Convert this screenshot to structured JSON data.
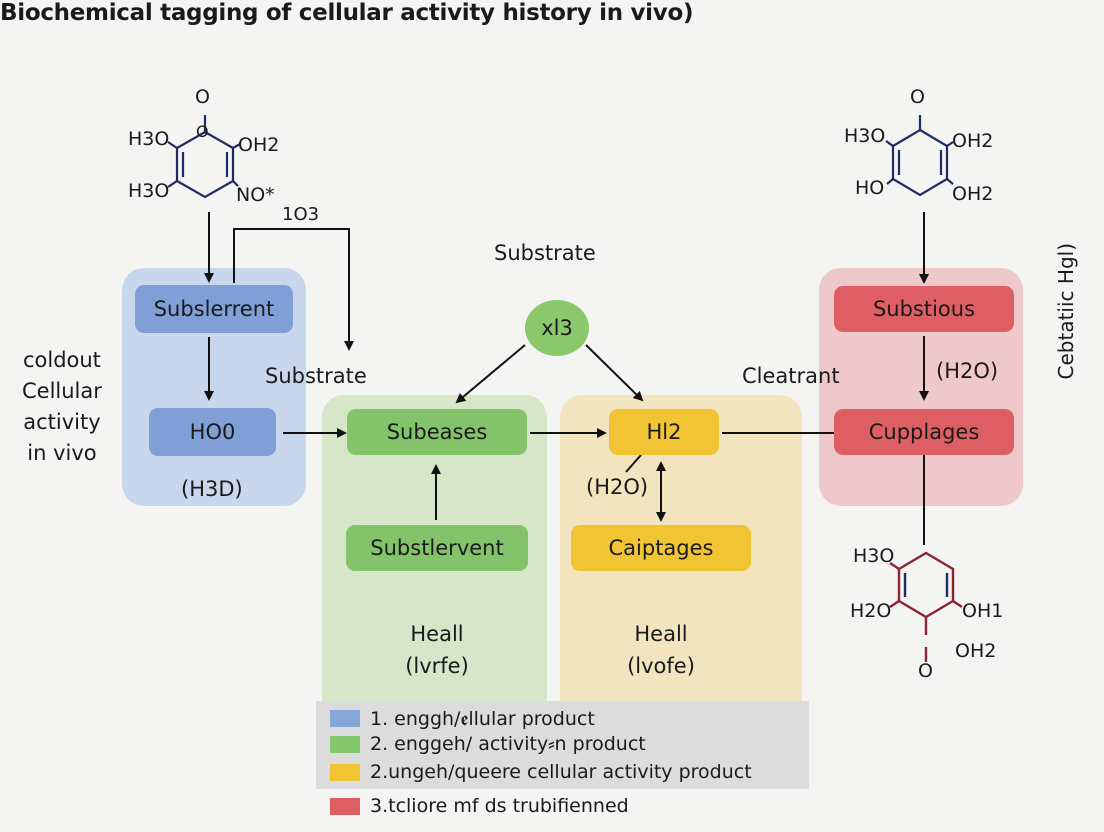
{
  "title": "Biochemical tagging of cellular activity history in vivo)",
  "left_label": [
    "coldout",
    "Cellular",
    "activity",
    "in vivo"
  ],
  "molecules": {
    "top_left": {
      "o_top": "O",
      "h3o_1": "H3O",
      "oh2": "OH2",
      "h3o_2": "H3O",
      "no": "NO*"
    },
    "top_right": {
      "o_top": "O",
      "h3o": "H3O",
      "oh2_1": "OH2",
      "ho": "HO",
      "oh2_2": "OH2"
    },
    "bottom_right": {
      "h3o": "H3O",
      "h2o": "H2O",
      "oh1": "OH1",
      "oh2": "OH2",
      "o_bottom": "O"
    }
  },
  "labels": {
    "io3": "1O3",
    "substrate_top": "Substrate",
    "substrate_mid": "Substrate",
    "cleatrant": "Cleatrant",
    "h3d": "(H3D)",
    "h2o_yellow": "(H2O)",
    "h2o_red": "(H2O)",
    "vertical": "Cebtatiic Hgl)"
  },
  "nodes": {
    "subslerrent": "Subslerrent",
    "ho0": "HO0",
    "subeases": "Subeases",
    "substlervent": "Substlervent",
    "hl2": "Hl2",
    "caiptages": "Caiptages",
    "substious": "Substious",
    "cupplages": "Cupplages",
    "xl3": "xl3"
  },
  "panel_footers": {
    "green": [
      "Heall",
      "(lvrfe)"
    ],
    "yellow": [
      "Heall",
      "(lvofe)"
    ]
  },
  "legend": [
    {
      "color": "#86a8d9",
      "text": "1. enggh/ꬲllular product"
    },
    {
      "color": "#86c86e",
      "text": "2. enggeh/ activity⸗n product"
    },
    {
      "color": "#f0c433",
      "text": "2.ungeh/queere cellular activity product"
    },
    {
      "color": "#de5f63",
      "text": "3.tcliore mf ds trubifienned"
    }
  ],
  "colors": {
    "blue": "#7f9fd6",
    "green": "#83c46a",
    "yellow": "#f0c433",
    "red": "#de5f63"
  }
}
